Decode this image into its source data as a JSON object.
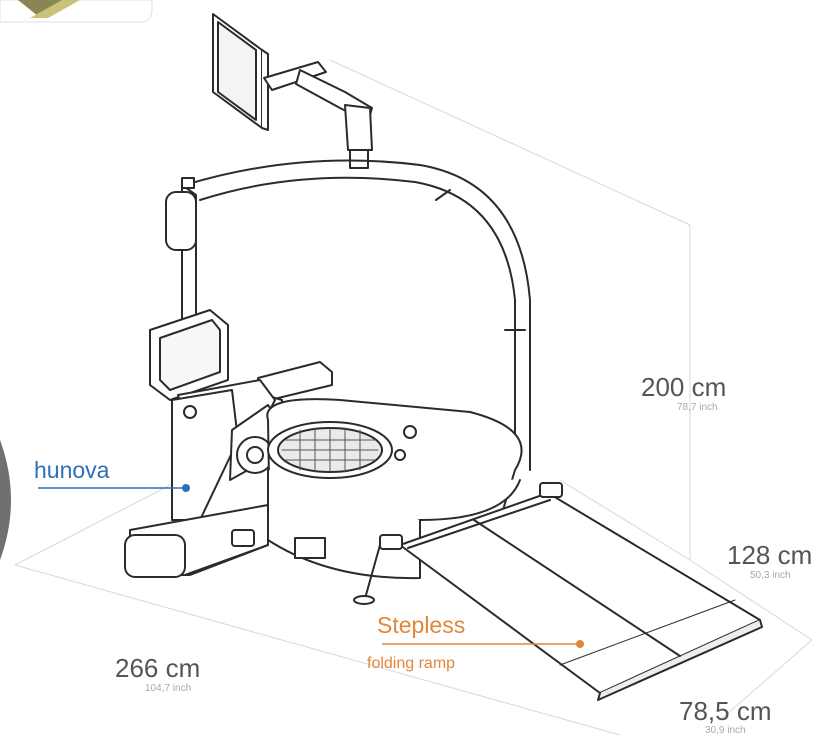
{
  "labels": {
    "hunova": "hunova",
    "stepless": "Stepless",
    "folding_ramp": "folding ramp"
  },
  "dimensions": {
    "height": {
      "metric": "200 cm",
      "imperial": "78,7 inch"
    },
    "depth": {
      "metric": "128 cm",
      "imperial": "50,3 inch"
    },
    "length": {
      "metric": "266 cm",
      "imperial": "104,7 inch"
    },
    "width": {
      "metric": "78,5 cm",
      "imperial": "30,9 inch"
    }
  },
  "colors": {
    "accent_blue": "#2f6fb4",
    "accent_orange": "#e0873a",
    "line": "#2b2b2b",
    "guide": "#d8d8d8"
  }
}
